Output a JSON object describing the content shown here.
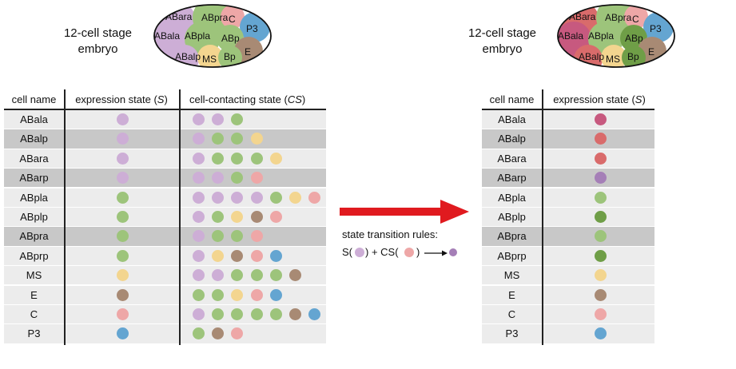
{
  "colors": {
    "light_purple": "#cdaed6",
    "purple": "#a57fb7",
    "green": "#9dc47b",
    "dark_green": "#6f9e47",
    "yellow": "#f3d58f",
    "brown": "#a88a74",
    "pink": "#eea7a7",
    "blue": "#64a5d1",
    "magenta": "#c7597f",
    "red": "#d96b6b",
    "row_gray": "#c8c8c8",
    "row_light": "#ececec",
    "arrow_red": "#e01a1f"
  },
  "left": {
    "caption_line1": "12-cell stage",
    "caption_line2": "embryo",
    "headers": {
      "cell_name": "cell name",
      "expression_pre": "expression state (",
      "expression_var": "S",
      "expression_post": ")",
      "contact_pre": "cell-contacting state (",
      "contact_var": "CS",
      "contact_post": ")"
    },
    "rows": [
      {
        "name": "ABala",
        "shade": "light",
        "s": "light_purple",
        "cs": [
          "light_purple",
          "light_purple",
          "green"
        ]
      },
      {
        "name": "ABalp",
        "shade": "gray",
        "s": "light_purple",
        "cs": [
          "light_purple",
          "green",
          "green",
          "yellow"
        ]
      },
      {
        "name": "ABara",
        "shade": "light",
        "s": "light_purple",
        "cs": [
          "light_purple",
          "green",
          "green",
          "green",
          "yellow"
        ]
      },
      {
        "name": "ABarp",
        "shade": "gray",
        "s": "light_purple",
        "cs": [
          "light_purple",
          "light_purple",
          "green",
          "pink"
        ]
      },
      {
        "name": "ABpla",
        "shade": "light",
        "s": "green",
        "cs": [
          "light_purple",
          "light_purple",
          "light_purple",
          "light_purple",
          "green",
          "yellow",
          "pink"
        ]
      },
      {
        "name": "ABplp",
        "shade": "light",
        "s": "green",
        "cs": [
          "light_purple",
          "green",
          "yellow",
          "brown",
          "pink"
        ]
      },
      {
        "name": "ABpra",
        "shade": "gray",
        "s": "green",
        "cs": [
          "light_purple",
          "green",
          "green",
          "pink"
        ]
      },
      {
        "name": "ABprp",
        "shade": "light",
        "s": "green",
        "cs": [
          "light_purple",
          "yellow",
          "brown",
          "pink",
          "blue"
        ]
      },
      {
        "name": "MS",
        "shade": "light",
        "s": "yellow",
        "cs": [
          "light_purple",
          "light_purple",
          "green",
          "green",
          "green",
          "brown"
        ]
      },
      {
        "name": "E",
        "shade": "light",
        "s": "brown",
        "cs": [
          "green",
          "green",
          "yellow",
          "pink",
          "blue"
        ]
      },
      {
        "name": "C",
        "shade": "light",
        "s": "pink",
        "cs": [
          "light_purple",
          "green",
          "green",
          "green",
          "green",
          "brown",
          "blue"
        ]
      },
      {
        "name": "P3",
        "shade": "light",
        "s": "blue",
        "cs": [
          "green",
          "brown",
          "pink"
        ]
      }
    ]
  },
  "right": {
    "caption_line1": "12-cell stage",
    "caption_line2": "embryo",
    "headers": {
      "cell_name": "cell name",
      "expression_pre": "expression state (",
      "expression_var": "S",
      "expression_post": ")"
    },
    "rows": [
      {
        "name": "ABala",
        "shade": "light",
        "s": "magenta"
      },
      {
        "name": "ABalp",
        "shade": "gray",
        "s": "red"
      },
      {
        "name": "ABara",
        "shade": "light",
        "s": "red"
      },
      {
        "name": "ABarp",
        "shade": "gray",
        "s": "purple"
      },
      {
        "name": "ABpla",
        "shade": "light",
        "s": "green"
      },
      {
        "name": "ABplp",
        "shade": "light",
        "s": "dark_green"
      },
      {
        "name": "ABpra",
        "shade": "gray",
        "s": "green"
      },
      {
        "name": "ABprp",
        "shade": "light",
        "s": "dark_green"
      },
      {
        "name": "MS",
        "shade": "light",
        "s": "yellow"
      },
      {
        "name": "E",
        "shade": "light",
        "s": "brown"
      },
      {
        "name": "C",
        "shade": "light",
        "s": "pink"
      },
      {
        "name": "P3",
        "shade": "light",
        "s": "blue"
      }
    ]
  },
  "middle": {
    "rules_title": "state transition rules:",
    "rule_s_open": "S(",
    "rule_s_close": ") + CS(",
    "rule_cs_close": ")",
    "rule_s_color": "light_purple",
    "rule_cs_color": "pink",
    "rule_result_color": "purple"
  },
  "embryo_left": {
    "cells": [
      {
        "label": "ABara",
        "color": "light_purple"
      },
      {
        "label": "ABpra",
        "color": "green"
      },
      {
        "label": "C",
        "color": "pink"
      },
      {
        "label": "P3",
        "color": "blue"
      },
      {
        "label": "ABala",
        "color": "light_purple"
      },
      {
        "label": "ABpla",
        "color": "green"
      },
      {
        "label": "ABp",
        "color": "green"
      },
      {
        "label": "E",
        "color": "brown"
      },
      {
        "label": "ABalp",
        "color": "light_purple"
      },
      {
        "label": "MS",
        "color": "yellow"
      },
      {
        "label": "Bp",
        "color": "green"
      }
    ]
  },
  "embryo_right": {
    "cells": [
      {
        "label": "ABara",
        "color": "red"
      },
      {
        "label": "ABpra",
        "color": "green"
      },
      {
        "label": "C",
        "color": "pink"
      },
      {
        "label": "P3",
        "color": "blue"
      },
      {
        "label": "ABala",
        "color": "magenta"
      },
      {
        "label": "ABpla",
        "color": "green"
      },
      {
        "label": "ABp",
        "color": "dark_green"
      },
      {
        "label": "E",
        "color": "brown"
      },
      {
        "label": "ABalp",
        "color": "red"
      },
      {
        "label": "MS",
        "color": "yellow"
      },
      {
        "label": "Bp",
        "color": "dark_green"
      }
    ]
  }
}
